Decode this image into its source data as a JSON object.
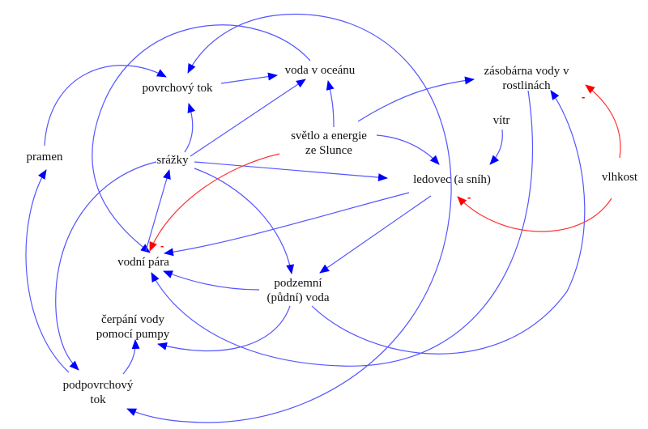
{
  "diagram": {
    "type": "causal-loop-diagram",
    "nodes": {
      "povrchovy_tok": "povrchový tok",
      "voda_v_oceanu": "voda v oceánu",
      "zasobarna": [
        "zásobárna vody v",
        "rostlinách"
      ],
      "pramen": "pramen",
      "srazky": "srážky",
      "svetlo": [
        "světlo a energie",
        "ze Slunce"
      ],
      "vitr": "vítr",
      "ledovec": "ledovec (a sníh)",
      "vlhkost": "vlhkost",
      "vodni_para": "vodní pára",
      "podzemni_voda": [
        "podzemní",
        "(půdní) voda"
      ],
      "cerpani": [
        "čerpání vody",
        "pomocí pumpy"
      ],
      "podpovrchovy_tok": [
        "podpovrchový",
        "tok"
      ]
    },
    "edges": [
      {
        "from": "pramen",
        "to": "povrchovy_tok",
        "polarity": "+"
      },
      {
        "from": "povrchovy_tok",
        "to": "voda_v_oceanu",
        "polarity": "+"
      },
      {
        "from": "voda_v_oceanu",
        "to": "vodni_para",
        "polarity": "+"
      },
      {
        "from": "srazky",
        "to": "povrchovy_tok",
        "polarity": "+"
      },
      {
        "from": "srazky",
        "to": "voda_v_oceanu",
        "polarity": "+"
      },
      {
        "from": "srazky",
        "to": "ledovec",
        "polarity": "+"
      },
      {
        "from": "srazky",
        "to": "podzemni_voda",
        "polarity": "+"
      },
      {
        "from": "srazky",
        "to": "podpovrchovy_tok",
        "polarity": "+"
      },
      {
        "from": "svetlo",
        "to": "voda_v_oceanu",
        "polarity": "+"
      },
      {
        "from": "svetlo",
        "to": "zasobarna",
        "polarity": "+"
      },
      {
        "from": "svetlo",
        "to": "ledovec",
        "polarity": "+"
      },
      {
        "from": "svetlo",
        "to": "vodni_para",
        "polarity": "-"
      },
      {
        "from": "vitr",
        "to": "ledovec",
        "polarity": "+"
      },
      {
        "from": "vlhkost",
        "to": "zasobarna",
        "polarity": "-"
      },
      {
        "from": "vlhkost",
        "to": "ledovec",
        "polarity": "-"
      },
      {
        "from": "ledovec",
        "to": "vodni_para",
        "polarity": "+"
      },
      {
        "from": "ledovec",
        "to": "podzemni_voda",
        "polarity": "+"
      },
      {
        "from": "ledovec",
        "to": "povrchovy_tok",
        "polarity": "+"
      },
      {
        "from": "ledovec",
        "to": "podpovrchovy_tok",
        "polarity": "+"
      },
      {
        "from": "vodni_para",
        "to": "srazky",
        "polarity": "+"
      },
      {
        "from": "podzemni_voda",
        "to": "vodni_para",
        "polarity": "+"
      },
      {
        "from": "podzemni_voda",
        "to": "cerpani",
        "polarity": "+"
      },
      {
        "from": "podzemni_voda",
        "to": "zasobarna",
        "polarity": "+"
      },
      {
        "from": "zasobarna",
        "to": "vodni_para",
        "polarity": "+"
      },
      {
        "from": "podpovrchovy_tok",
        "to": "pramen",
        "polarity": "+"
      },
      {
        "from": "podpovrchovy_tok",
        "to": "cerpani",
        "polarity": "+"
      }
    ],
    "polarity_minus_label": "-",
    "colors": {
      "positive": "#0000ff",
      "negative": "#ff0000",
      "text": "#111111"
    }
  }
}
